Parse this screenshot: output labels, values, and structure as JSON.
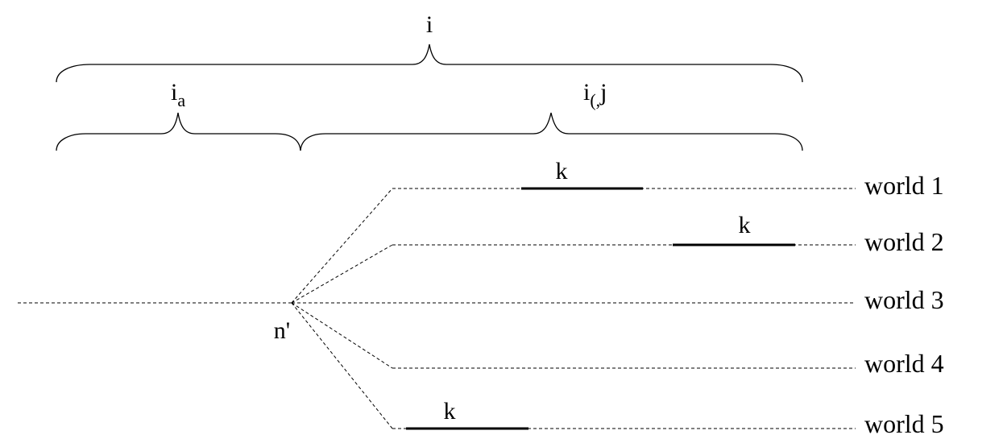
{
  "braces": {
    "top": {
      "label": "i"
    },
    "left": {
      "label_base": "i",
      "label_sub": "a"
    },
    "right": {
      "label_base": "i",
      "label_sub": "(,",
      "label_tail": "j"
    }
  },
  "branch_point": {
    "label": "n'"
  },
  "interval_label": "k",
  "worlds": [
    {
      "label": "world 1",
      "has_interval": true
    },
    {
      "label": "world 2",
      "has_interval": true
    },
    {
      "label": "world 3",
      "has_interval": false
    },
    {
      "label": "world 4",
      "has_interval": false
    },
    {
      "label": "world 5",
      "has_interval": true
    }
  ]
}
